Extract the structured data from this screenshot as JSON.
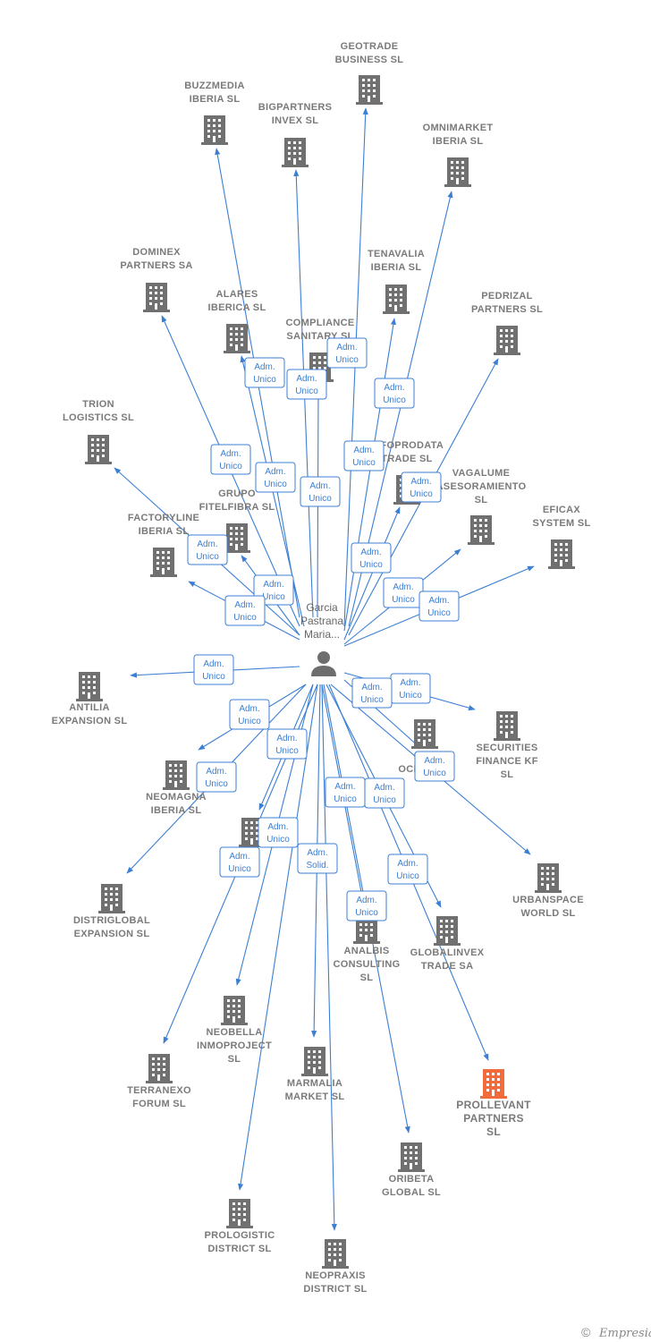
{
  "center": {
    "label_lines": [
      "Garcia",
      "Pastrana",
      "Maria..."
    ]
  },
  "colors": {
    "edge": "#3b7fd4",
    "building": "#707070",
    "focus_building": "#f26b3a",
    "person": "#6e6e6e"
  },
  "icons": {
    "company": "building-icon",
    "person": "person-icon",
    "copyright": "copyright-icon"
  },
  "footer": {
    "brand": "Empresia",
    "copyright": "©"
  },
  "companies": [
    {
      "id": "geotrade",
      "lines": [
        "GEOTRADE",
        "BUSINESS  SL"
      ]
    },
    {
      "id": "buzzmedia",
      "lines": [
        "BUZZMEDIA",
        "IBERIA  SL"
      ]
    },
    {
      "id": "bigpartners",
      "lines": [
        "BIGPARTNERS",
        "INVEX  SL"
      ]
    },
    {
      "id": "omnimarket",
      "lines": [
        "OMNIMARKET",
        "IBERIA  SL"
      ]
    },
    {
      "id": "dominex",
      "lines": [
        "DOMINEX",
        "PARTNERS SA"
      ]
    },
    {
      "id": "tenavalia",
      "lines": [
        "TENAVALIA",
        "IBERIA  SL"
      ]
    },
    {
      "id": "alares",
      "lines": [
        "ALARES",
        "IBERICA  SL"
      ]
    },
    {
      "id": "compliance",
      "lines": [
        "COMPLIANCE",
        "SANITARY  SL"
      ]
    },
    {
      "id": "pedrizal",
      "lines": [
        "PEDRIZAL",
        "PARTNERS  SL"
      ]
    },
    {
      "id": "trion",
      "lines": [
        "TRION",
        "LOGISTICS  SL"
      ]
    },
    {
      "id": "infoprodata",
      "lines": [
        "INFOPRODATA",
        "TRADE  SL"
      ]
    },
    {
      "id": "vagalume",
      "lines": [
        "VAGALUME",
        "ASESORAMIENTO",
        "SL"
      ]
    },
    {
      "id": "grupo",
      "lines": [
        "GRUPO",
        "FITELFIBRA  SL"
      ]
    },
    {
      "id": "factoryline",
      "lines": [
        "FACTORYLINE",
        "IBERIA  SL"
      ]
    },
    {
      "id": "eficax",
      "lines": [
        "EFICAX",
        "SYSTEM SL"
      ]
    },
    {
      "id": "antilia",
      "lines": [
        "ANTILIA",
        "EXPANSION  SL"
      ]
    },
    {
      "id": "securities",
      "lines": [
        "SECURITIES",
        "FINANCE KF",
        "SL"
      ]
    },
    {
      "id": "oceano",
      "lines": [
        "ONE",
        "OCEAN  SL"
      ]
    },
    {
      "id": "neomagna",
      "lines": [
        "NEOMAGNA",
        "IBERIA  SL"
      ]
    },
    {
      "id": "hidden",
      "lines": [
        "",
        "SL"
      ]
    },
    {
      "id": "distriglobal",
      "lines": [
        "DISTRIGLOBAL",
        "EXPANSION  SL"
      ]
    },
    {
      "id": "urbanspace",
      "lines": [
        "URBANSPACE",
        "WORLD  SL"
      ]
    },
    {
      "id": "globalinvex",
      "lines": [
        "GLOBALINVEX",
        "TRADE SA"
      ]
    },
    {
      "id": "nalbis",
      "lines": [
        "ANALBIS",
        "CONSULTING",
        "SL"
      ]
    },
    {
      "id": "neobella",
      "lines": [
        "NEOBELLA",
        "INMOPROJECT",
        "SL"
      ]
    },
    {
      "id": "terranexo",
      "lines": [
        "TERRANEXO",
        "FORUM  SL"
      ]
    },
    {
      "id": "marmalia",
      "lines": [
        "MARMALIA",
        "MARKET  SL"
      ]
    },
    {
      "id": "prollevant",
      "lines": [
        "PROLLEVANT",
        "PARTNERS",
        "SL"
      ],
      "focus": true
    },
    {
      "id": "oribeta",
      "lines": [
        "ORIBETA",
        "GLOBAL  SL"
      ]
    },
    {
      "id": "prologistic",
      "lines": [
        "PROLOGISTIC",
        "DISTRICT  SL"
      ]
    },
    {
      "id": "neopraxis",
      "lines": [
        "NEOPRAXIS",
        "DISTRICT  SL"
      ]
    }
  ],
  "badges": [
    {
      "line1": "Adm.",
      "line2": "Unico"
    },
    {
      "line1": "Adm.",
      "line2": "Unico"
    },
    {
      "line1": "Adm.",
      "line2": "Unico"
    },
    {
      "line1": "Adm.",
      "line2": "Unico"
    },
    {
      "line1": "Adm.",
      "line2": "Unico"
    },
    {
      "line1": "Adm.",
      "line2": "Unico"
    },
    {
      "line1": "Adm.",
      "line2": "Unico"
    },
    {
      "line1": "Adm.",
      "line2": "Unico"
    },
    {
      "line1": "Adm.",
      "line2": "Unico"
    },
    {
      "line1": "Adm.",
      "line2": "Unico"
    },
    {
      "line1": "Adm.",
      "line2": "Unico"
    },
    {
      "line1": "Adm.",
      "line2": "Unico"
    },
    {
      "line1": "Adm.",
      "line2": "Unico"
    },
    {
      "line1": "Adm.",
      "line2": "Unico"
    },
    {
      "line1": "Adm.",
      "line2": "Unico"
    },
    {
      "line1": "Adm.",
      "line2": "Unico"
    },
    {
      "line1": "Adm.",
      "line2": "Unico"
    },
    {
      "line1": "Adm.",
      "line2": "Unico"
    },
    {
      "line1": "Adm.",
      "line2": "Unico"
    },
    {
      "line1": "Adm.",
      "line2": "Unico"
    },
    {
      "line1": "Adm.",
      "line2": "Unico"
    },
    {
      "line1": "Adm.",
      "line2": "Unico"
    },
    {
      "line1": "Adm.",
      "line2": "Unico"
    },
    {
      "line1": "Adm.",
      "line2": "Unico"
    },
    {
      "line1": "Adm.",
      "line2": "Solid."
    },
    {
      "line1": "Adm.",
      "line2": "Unico"
    },
    {
      "line1": "Adm.",
      "line2": "Unico"
    },
    {
      "line1": "Adm.",
      "line2": "Unico"
    },
    {
      "line1": "Adm.",
      "line2": "Unico"
    }
  ]
}
